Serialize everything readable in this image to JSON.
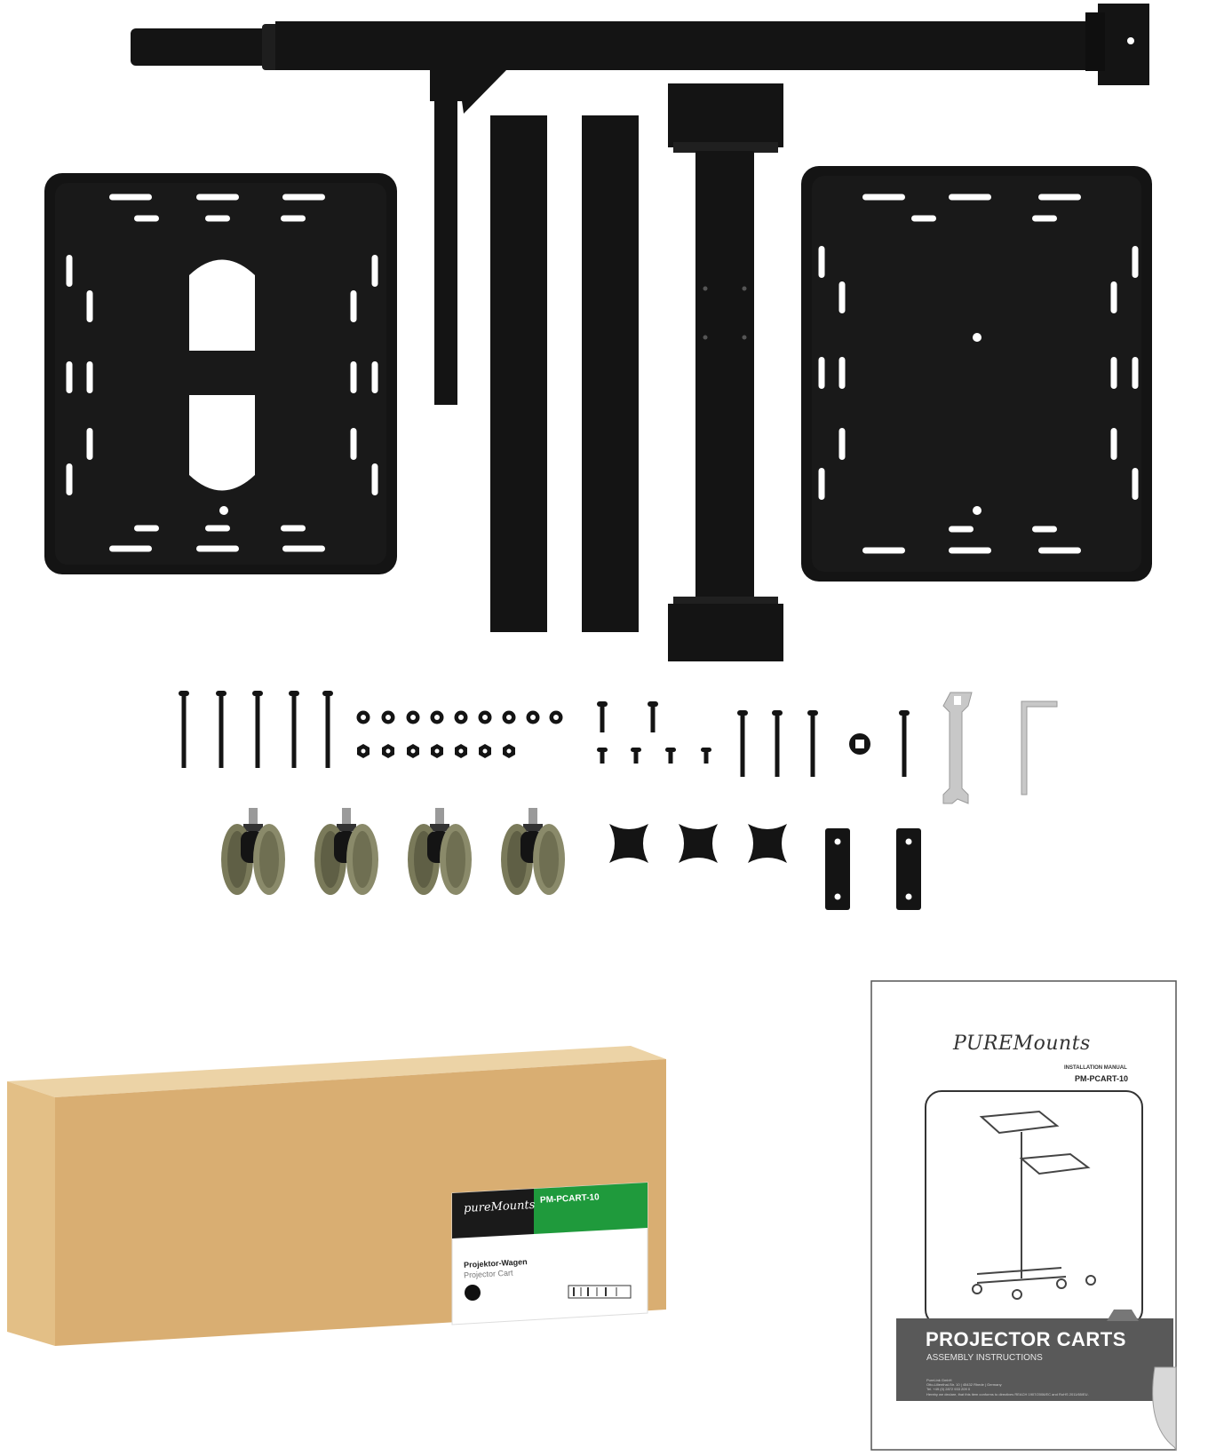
{
  "colors": {
    "metal": "#141414",
    "metal_edge": "#2a2a2a",
    "hole": "#ffffff",
    "cardboard": "#d9ae72",
    "cardboard_side": "#e6c48d",
    "cardboard_top": "#ecd3a6",
    "label_green": "#1f9a3c",
    "manual_banner": "#595959",
    "wheel_tread": "#7a7a5a",
    "tool_silver": "#c8c8c8"
  },
  "box_label": {
    "brand": "pureMounts",
    "model": "PM-PCART-10",
    "name_de": "Projektor-Wagen",
    "name_en": "Projector Cart"
  },
  "manual": {
    "brand": "PUREMounts",
    "subtitle": "INSTALLATION MANUAL",
    "model": "PM-PCART-10",
    "title": "PROJECTOR CARTS",
    "instructions": "ASSEMBLY INSTRUCTIONS",
    "company": "PureLink GmbH",
    "address": "Otto-Lilienthal-Str. 10 | 45432 Rhede | Germany",
    "phone": "Tel. +49 (0) 2872 933 209 0",
    "declaration": "Hereby we declare, that this item conforms to directives REACH 1907/2006/EC and RoHS 2011/65/EU."
  }
}
